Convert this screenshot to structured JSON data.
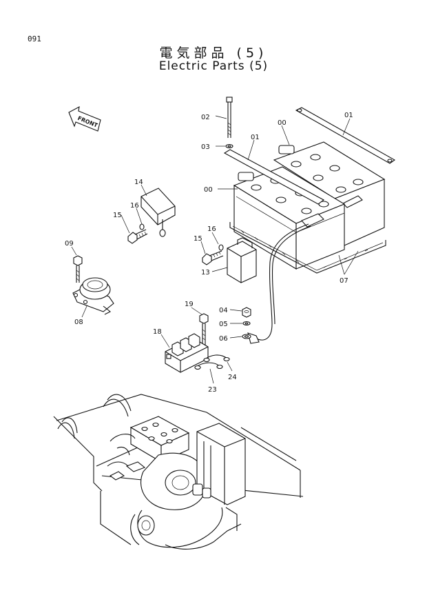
{
  "page_number": "091",
  "title_jp": "電気部品 (5)",
  "title_en": "Electric Parts (5)",
  "front_label": "FRONT",
  "callouts": {
    "c02": "02",
    "c03": "03",
    "c01a": "01",
    "c01b": "01",
    "c00a": "00",
    "c00b": "00",
    "c14": "14",
    "c16a": "16",
    "c15a": "15",
    "c09": "09",
    "c08": "08",
    "c16b": "16",
    "c15b": "15",
    "c13": "13",
    "c19": "19",
    "c18": "18",
    "c04": "04",
    "c05": "05",
    "c06": "06",
    "c23": "23",
    "c24": "24",
    "c07": "07"
  }
}
